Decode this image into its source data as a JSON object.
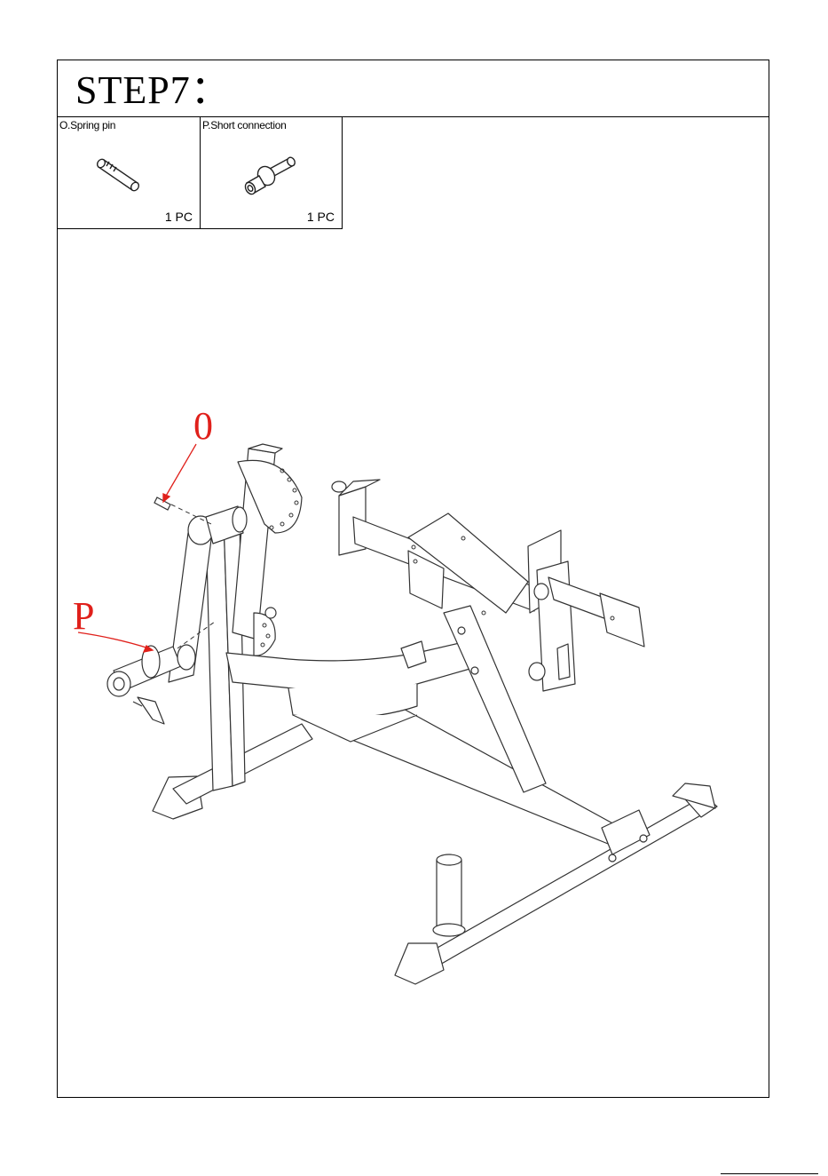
{
  "step": {
    "title": "STEP7："
  },
  "parts": [
    {
      "label": "O.Spring pin",
      "qty": "1 PC",
      "icon": "spring-pin-icon"
    },
    {
      "label": "P.Short connection",
      "qty": "1 PC",
      "icon": "short-connection-icon"
    }
  ],
  "callouts": [
    {
      "letter": "0",
      "color": "#e0201b"
    },
    {
      "letter": "P",
      "color": "#e0201b"
    }
  ]
}
